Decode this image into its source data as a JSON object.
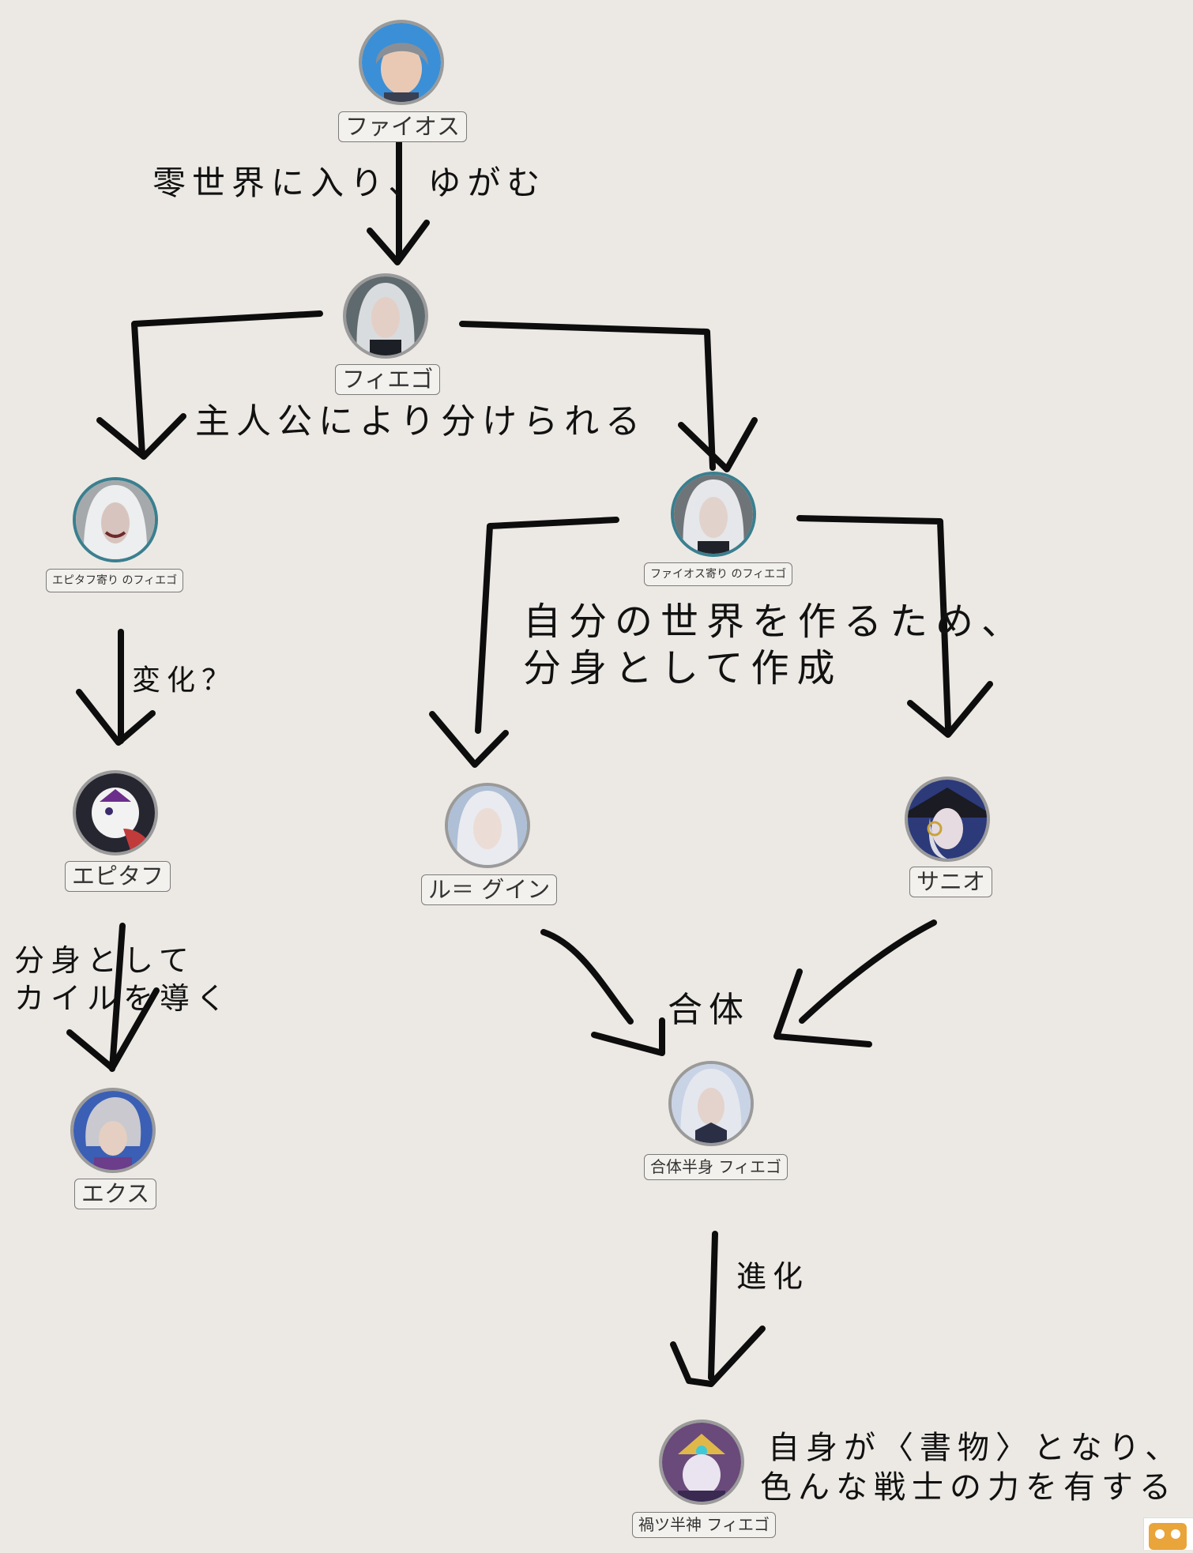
{
  "nodes": [
    {
      "id": "phios",
      "label": "ファイオス",
      "avatar": "phios-portrait"
    },
    {
      "id": "fiego",
      "label": "フィエゴ",
      "avatar": "fiego-portrait"
    },
    {
      "id": "epitaph_fiego",
      "label": "エピタフ寄り のフィエゴ",
      "avatar": "epitaph-fiego-portrait"
    },
    {
      "id": "phios_fiego",
      "label": "ファイオス寄り のフィエゴ",
      "avatar": "phios-fiego-portrait"
    },
    {
      "id": "epitaph",
      "label": "エピタフ",
      "avatar": "epitaph-portrait"
    },
    {
      "id": "luegwin",
      "label": "ル＝ グイン",
      "avatar": "luegwin-portrait"
    },
    {
      "id": "sanio",
      "label": "サニオ",
      "avatar": "sanio-portrait"
    },
    {
      "id": "ex",
      "label": "エクス",
      "avatar": "ex-portrait"
    },
    {
      "id": "merged_fiego",
      "label": "合体半身 フィエゴ",
      "avatar": "merged-fiego-portrait"
    },
    {
      "id": "magatsu_fiego",
      "label": "禍ツ半神 フィエゴ",
      "avatar": "magatsu-fiego-portrait"
    }
  ],
  "annotations": {
    "enter_zero_world": "零世界に入り、ゆがむ",
    "split_by_hero": "主人公により分けられる",
    "change": "変化？",
    "create_own_world_1": "自分の世界を作るため、",
    "create_own_world_2": "分身として作成",
    "guide_kyle_1": "分身として",
    "guide_kyle_2": "カイルを導く",
    "merge": "合体",
    "evolve": "進化",
    "become_book_1": "自身が〈書物〉となり、",
    "become_book_2": "色んな戦士の力を有する"
  },
  "colors": {
    "background": "#ece9e4",
    "ink": "#111111",
    "avatar_ring": "#9a9a9a",
    "label_border": "#7b7b7b"
  }
}
